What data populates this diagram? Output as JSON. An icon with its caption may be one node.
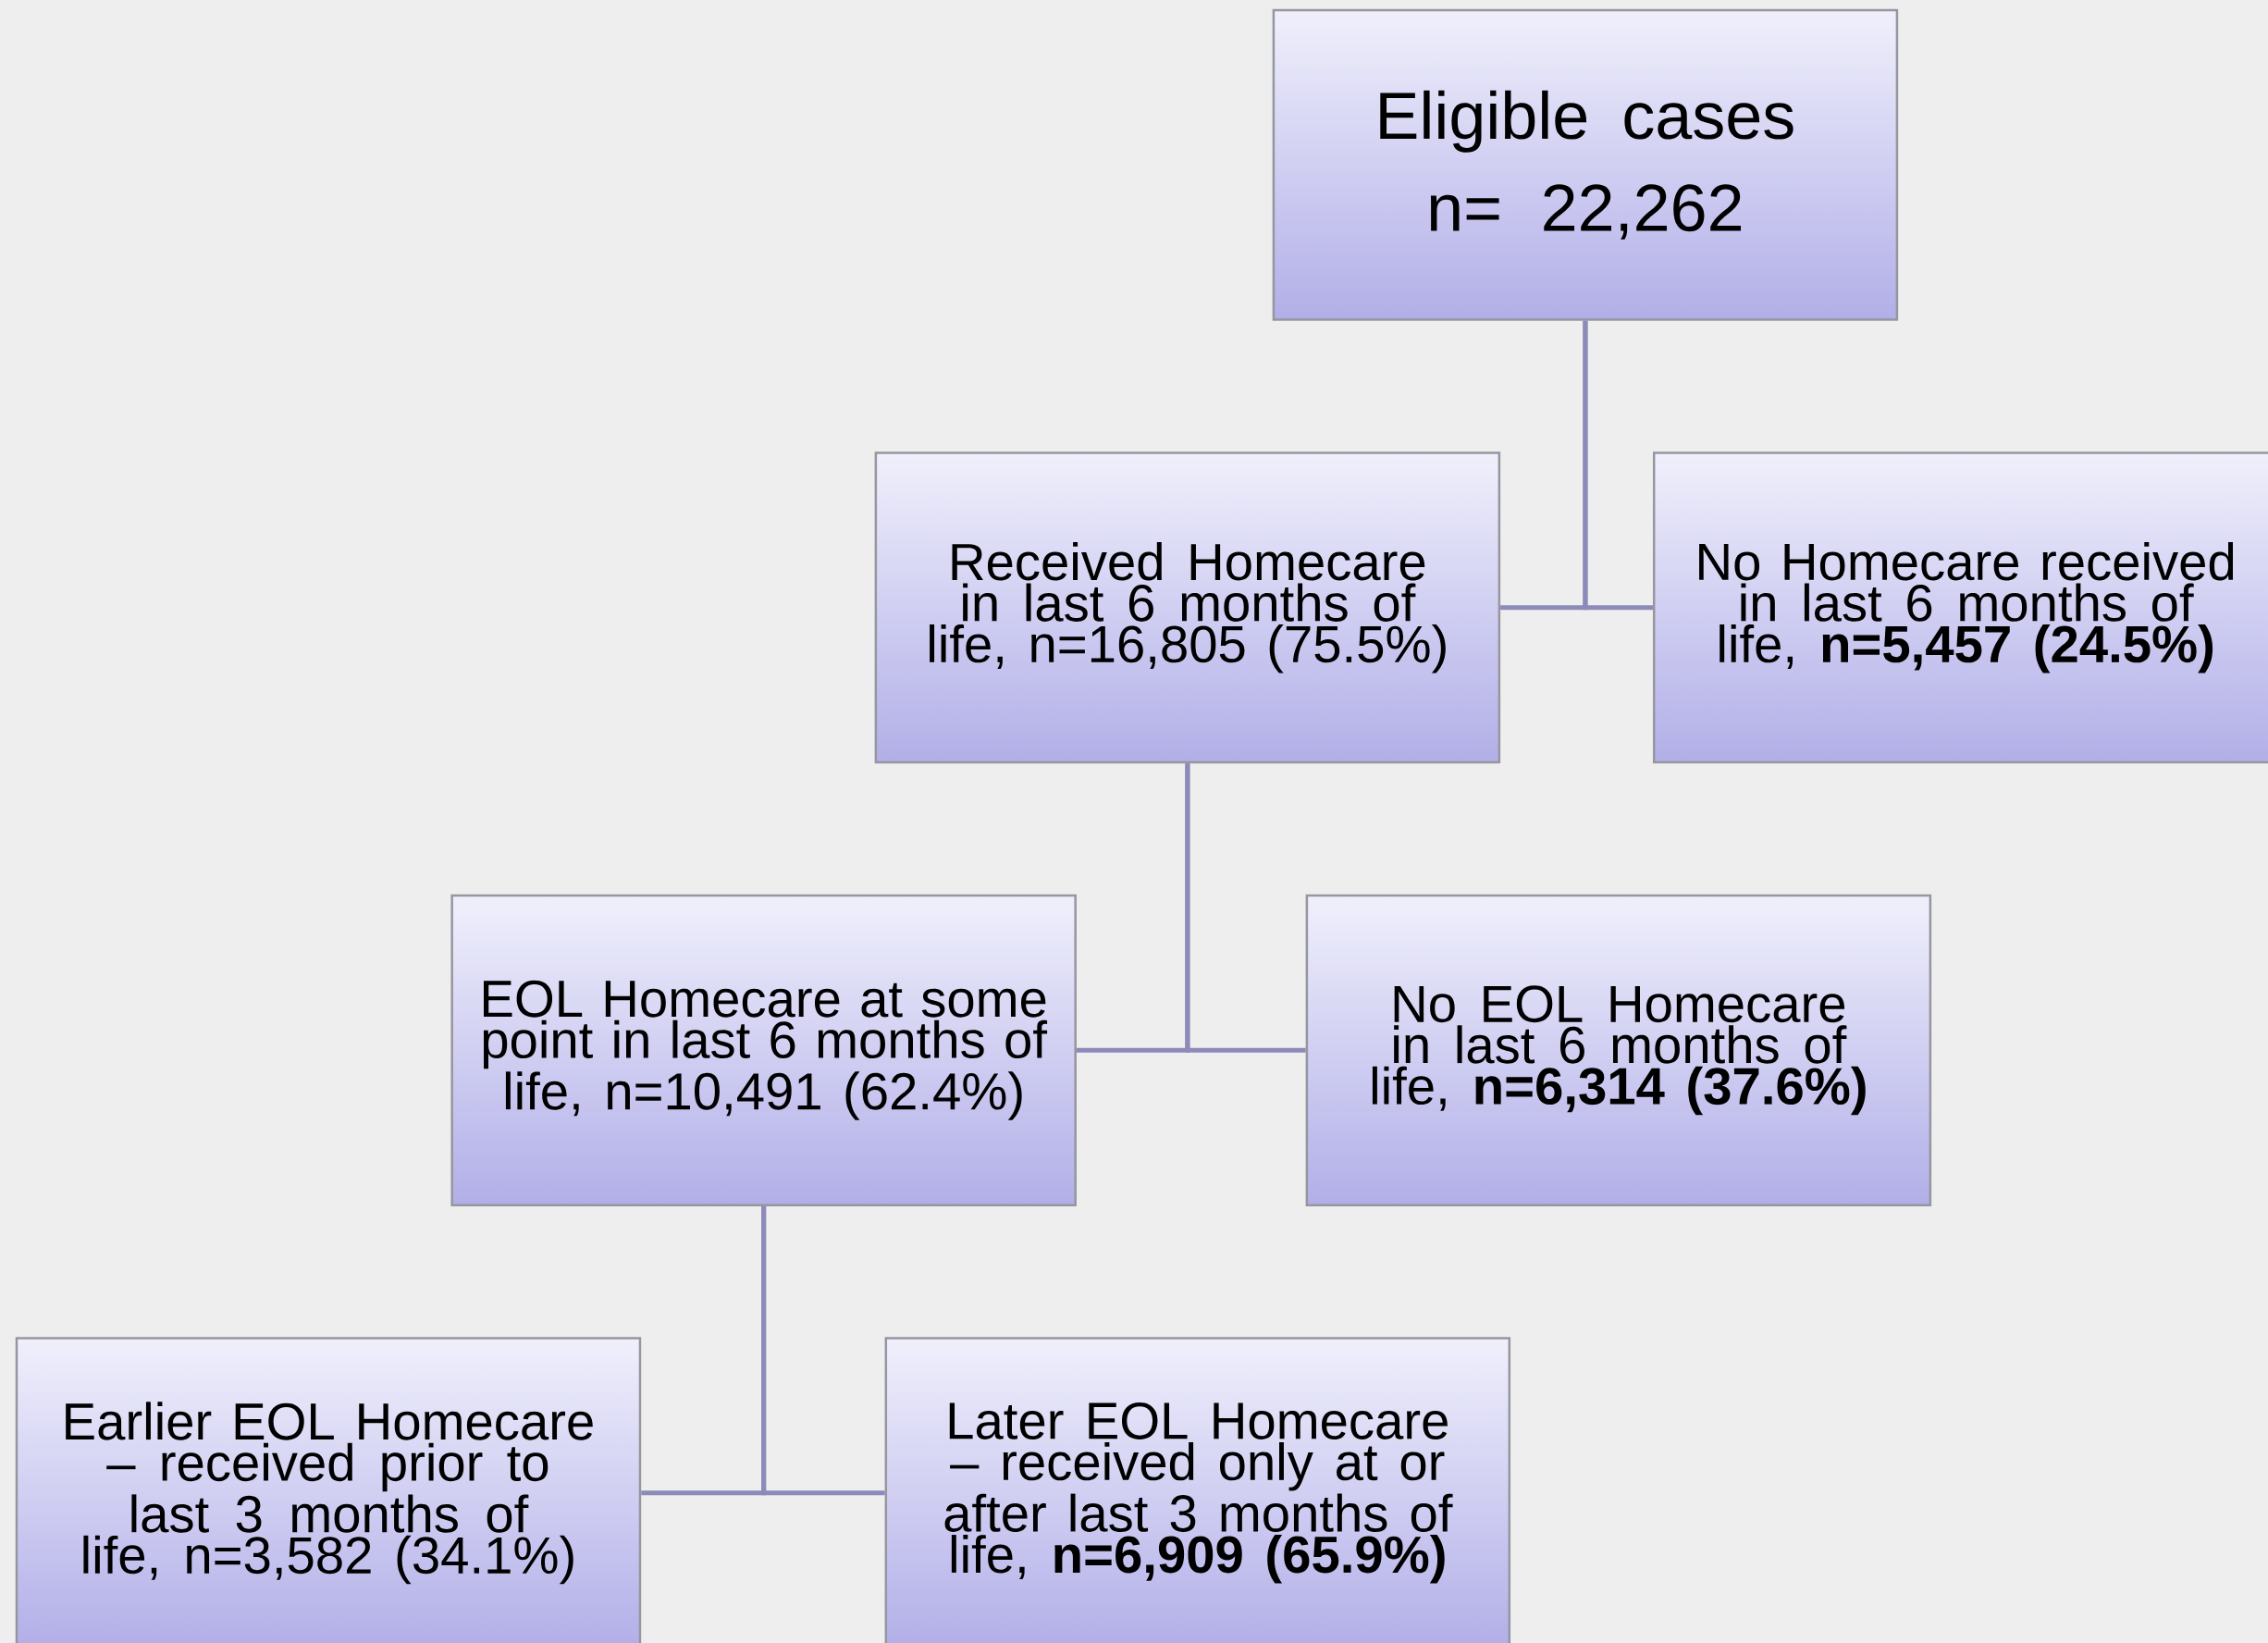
{
  "diagram": {
    "nodes": [
      {
        "text": [
          "Eligible cases",
          "n= 22,262"
        ]
      },
      {
        "text": [
          "Received Homecare in last 6 months of life, n=16,805 (75.5%)"
        ]
      },
      {
        "text": [
          "No Homecare received in last 6 months of life, **n=5,457 (24.5%)**"
        ]
      },
      {
        "text": [
          "EOL Homecare at some point in last 6 months of life, n=10,491 (62.4%)"
        ]
      },
      {
        "text": [
          "No EOL Homecare in last 6 months of life, **n=6,314 (37.6%)**"
        ]
      },
      {
        "text": [
          "Earlier EOL Homecare – received prior to last 3 months of life, n=3,582 (34.1%)"
        ]
      },
      {
        "text": [
          "Later EOL Homecare – received only at or after last 3 months of life, **n=6,909 (65.9%)**"
        ]
      }
    ],
    "edges": [
      {
        "from": 0,
        "to": 1,
        "arrow": "none"
      },
      {
        "from": 0,
        "to": 2,
        "arrow": "none"
      },
      {
        "from": 1,
        "to": 3,
        "arrow": "none"
      },
      {
        "from": 1,
        "to": 4,
        "arrow": "none"
      },
      {
        "from": 3,
        "to": 5,
        "arrow": "none"
      },
      {
        "from": 3,
        "to": 6,
        "arrow": "none"
      }
    ]
  }
}
